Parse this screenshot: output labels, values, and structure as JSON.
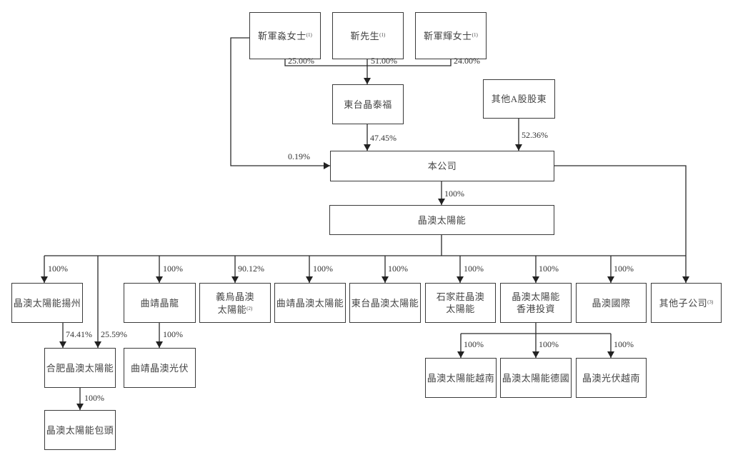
{
  "nodes": {
    "jin_junmiao": {
      "name": "靳軍淼女士",
      "note": "(1)"
    },
    "jin_xiansheng": {
      "name": "靳先生",
      "note": "(1)"
    },
    "jin_junhui": {
      "name": "靳軍輝女士",
      "note": "(1)"
    },
    "dongtai_jingtaifu": {
      "name": "東台晶泰福"
    },
    "other_a_shareholders": {
      "name": "其他A股股東"
    },
    "company": {
      "name": "本公司"
    },
    "ja_solar": {
      "name": "晶澳太陽能"
    },
    "ja_yangzhou": {
      "name": "晶澳太陽能揚州"
    },
    "qujing_jinglong": {
      "name": "曲靖晶龍"
    },
    "yiwu_ja": {
      "line1": "義烏晶澳",
      "line2": "太陽能",
      "note": "(2)"
    },
    "qujing_ja_solar": {
      "name": "曲靖晶澳太陽能"
    },
    "dongtai_ja_solar": {
      "name": "東台晶澳太陽能"
    },
    "shijiazhuang_ja": {
      "line1": "石家莊晶澳",
      "line2": "太陽能"
    },
    "ja_hk_invest": {
      "line1": "晶澳太陽能",
      "line2": "香港投資"
    },
    "ja_international": {
      "name": "晶澳國際"
    },
    "other_subsidiaries": {
      "name": "其他子公司",
      "note": "(3)"
    },
    "hefei_ja": {
      "name": "合肥晶澳太陽能"
    },
    "qujing_ja_pv": {
      "name": "曲靖晶澳光伏"
    },
    "ja_baotou": {
      "name": "晶澳太陽能包頭"
    },
    "ja_vietnam": {
      "name": "晶澳太陽能越南"
    },
    "ja_germany": {
      "name": "晶澳太陽能德國"
    },
    "ja_pv_vietnam": {
      "name": "晶澳光伏越南"
    }
  },
  "ownership": {
    "jin_junmiao_to_jingtaifu": "25.00%",
    "jin_xiansheng_to_jingtaifu": "51.00%",
    "jin_junhui_to_jingtaifu": "24.00%",
    "jingtaifu_to_company": "47.45%",
    "other_a_to_company": "52.36%",
    "jin_junmiao_to_company": "0.19%",
    "company_to_ja_solar": "100%",
    "ja_solar_to_yangzhou": "100%",
    "ja_solar_to_qujing_jinglong": "100%",
    "ja_solar_to_yiwu": "90.12%",
    "ja_solar_to_qujing_ja_solar": "100%",
    "ja_solar_to_dongtai_ja_solar": "100%",
    "ja_solar_to_shijiazhuang": "100%",
    "ja_solar_to_hk_invest": "100%",
    "ja_solar_to_international": "100%",
    "yangzhou_to_hefei": "74.41%",
    "ja_solar_to_hefei": "25.59%",
    "qujing_jinglong_to_pv": "100%",
    "hefei_to_baotou": "100%",
    "hk_to_vietnam": "100%",
    "hk_to_germany": "100%",
    "hk_to_pv_vietnam": "100%"
  }
}
